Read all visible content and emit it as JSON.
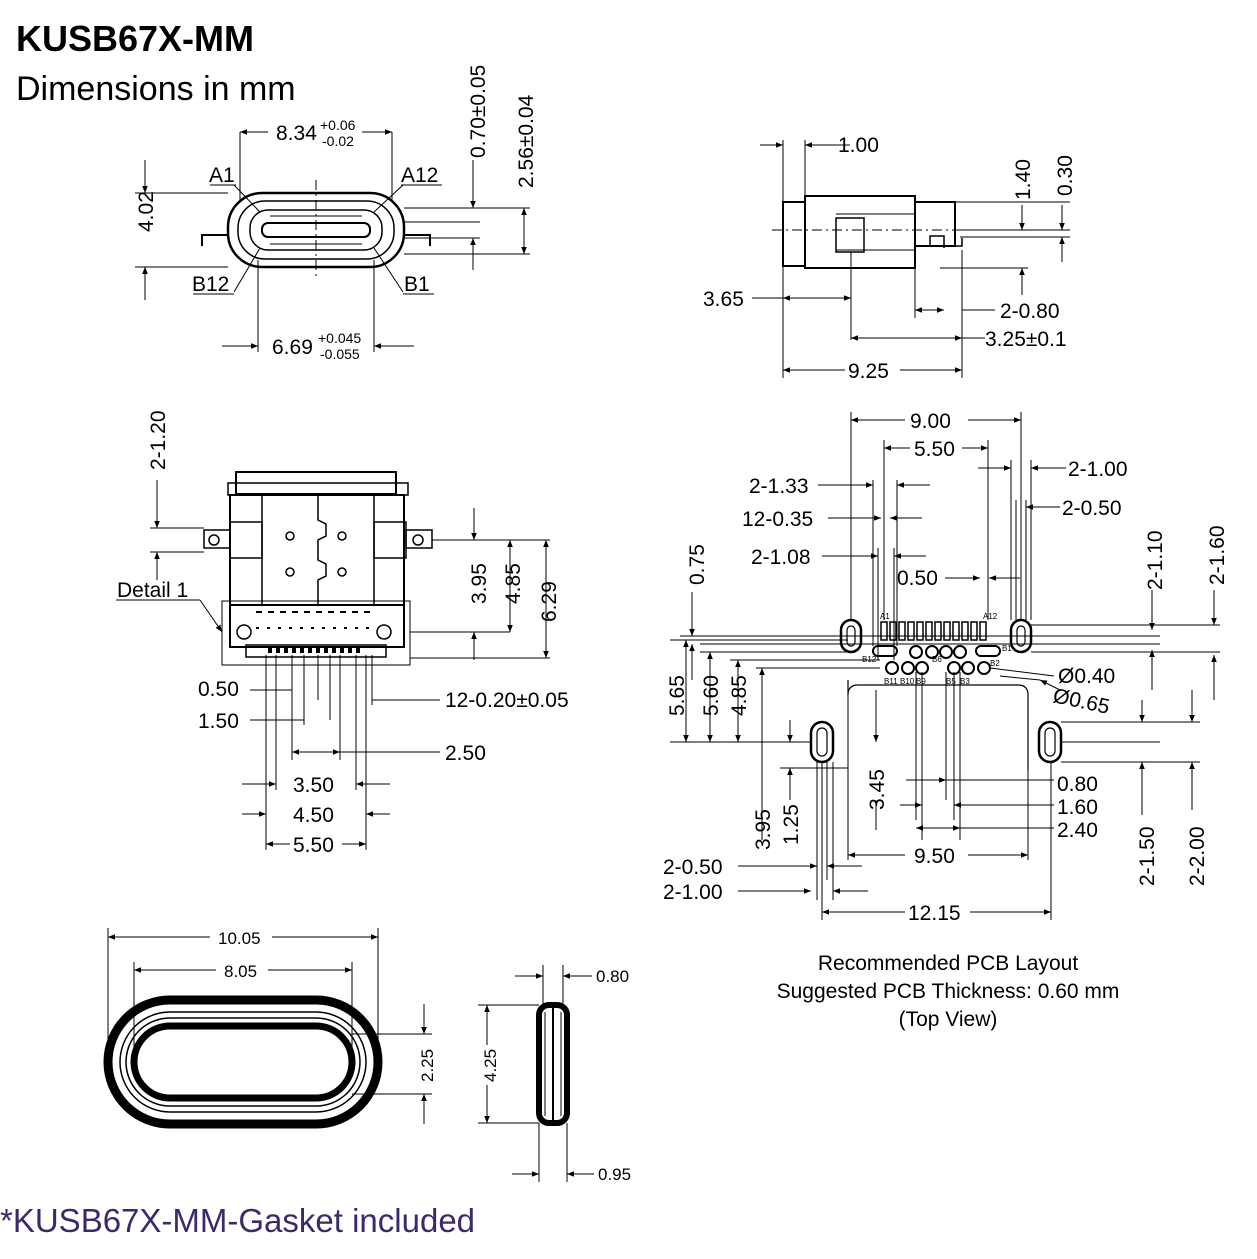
{
  "header": {
    "part_number": "KUSB67X-MM",
    "units_note": "Dimensions in mm"
  },
  "front_view": {
    "dims": {
      "width_top": "8.34",
      "width_top_tol_plus": "+0.06",
      "width_top_tol_minus": "-0.02",
      "height": "4.02",
      "tongue_offset": "0.70±0.05",
      "inner_height": "2.56±0.04",
      "width_bottom": "6.69",
      "width_bottom_tol_plus": "+0.045",
      "width_bottom_tol_minus": "-0.055"
    },
    "pins": {
      "a1": "A1",
      "a12": "A12",
      "b12": "B12",
      "b1": "B1"
    }
  },
  "side_view": {
    "dims": {
      "d1": "1.00",
      "d2": "1.40",
      "d3": "0.30",
      "d4": "3.65",
      "d5": "2-0.80",
      "d6": "3.25±0.1",
      "d7": "9.25"
    }
  },
  "top_view": {
    "detail_label": "Detail 1",
    "dims": {
      "d1": "2-1.20",
      "d2": "3.95",
      "d3": "4.85",
      "d4": "6.29",
      "d5": "0.50",
      "d6": "1.50",
      "d7": "12-0.20±0.05",
      "d8": "2.50",
      "d9": "3.50",
      "d10": "4.50",
      "d11": "5.50"
    }
  },
  "pcb_layout": {
    "dims": {
      "d1": "9.00",
      "d2": "5.50",
      "d3": "2-1.00",
      "d4": "2-1.33",
      "d5": "2-0.50",
      "d6": "12-0.35",
      "d7": "2-1.10",
      "d8": "2-1.60",
      "d9": "2-1.08",
      "d10": "0.75",
      "d11": "0.50",
      "d12": "5.65",
      "d13": "5.60",
      "d14": "4.85",
      "d15": "Ø0.40",
      "d16": "Ø0.65",
      "d17": "3.45",
      "d18": "3.95",
      "d19": "1.25",
      "d20": "0.80",
      "d21": "1.60",
      "d22": "2.40",
      "d23": "9.50",
      "d24": "2-0.50",
      "d25": "2-1.00",
      "d26": "12.15",
      "d27": "2-1.50",
      "d28": "2-2.00"
    },
    "pad_labels": {
      "a1": "A1",
      "a12": "A12",
      "b12": "B12",
      "b1": "B1",
      "b11": "B11",
      "b10": "B10",
      "b9": "B9",
      "b5": "B5",
      "b3": "B3",
      "b2": "B2",
      "b6": "B6"
    },
    "caption_line1": "Recommended PCB Layout",
    "caption_line2": "Suggested PCB Thickness: 0.60 mm",
    "caption_line3": "(Top View)"
  },
  "gasket": {
    "dims": {
      "d1": "10.05",
      "d2": "8.05",
      "d3": "2.25",
      "d4": "4.25",
      "d5": "0.80",
      "d6": "0.95"
    }
  },
  "footer": {
    "note": "*KUSB67X-MM-Gasket included"
  }
}
